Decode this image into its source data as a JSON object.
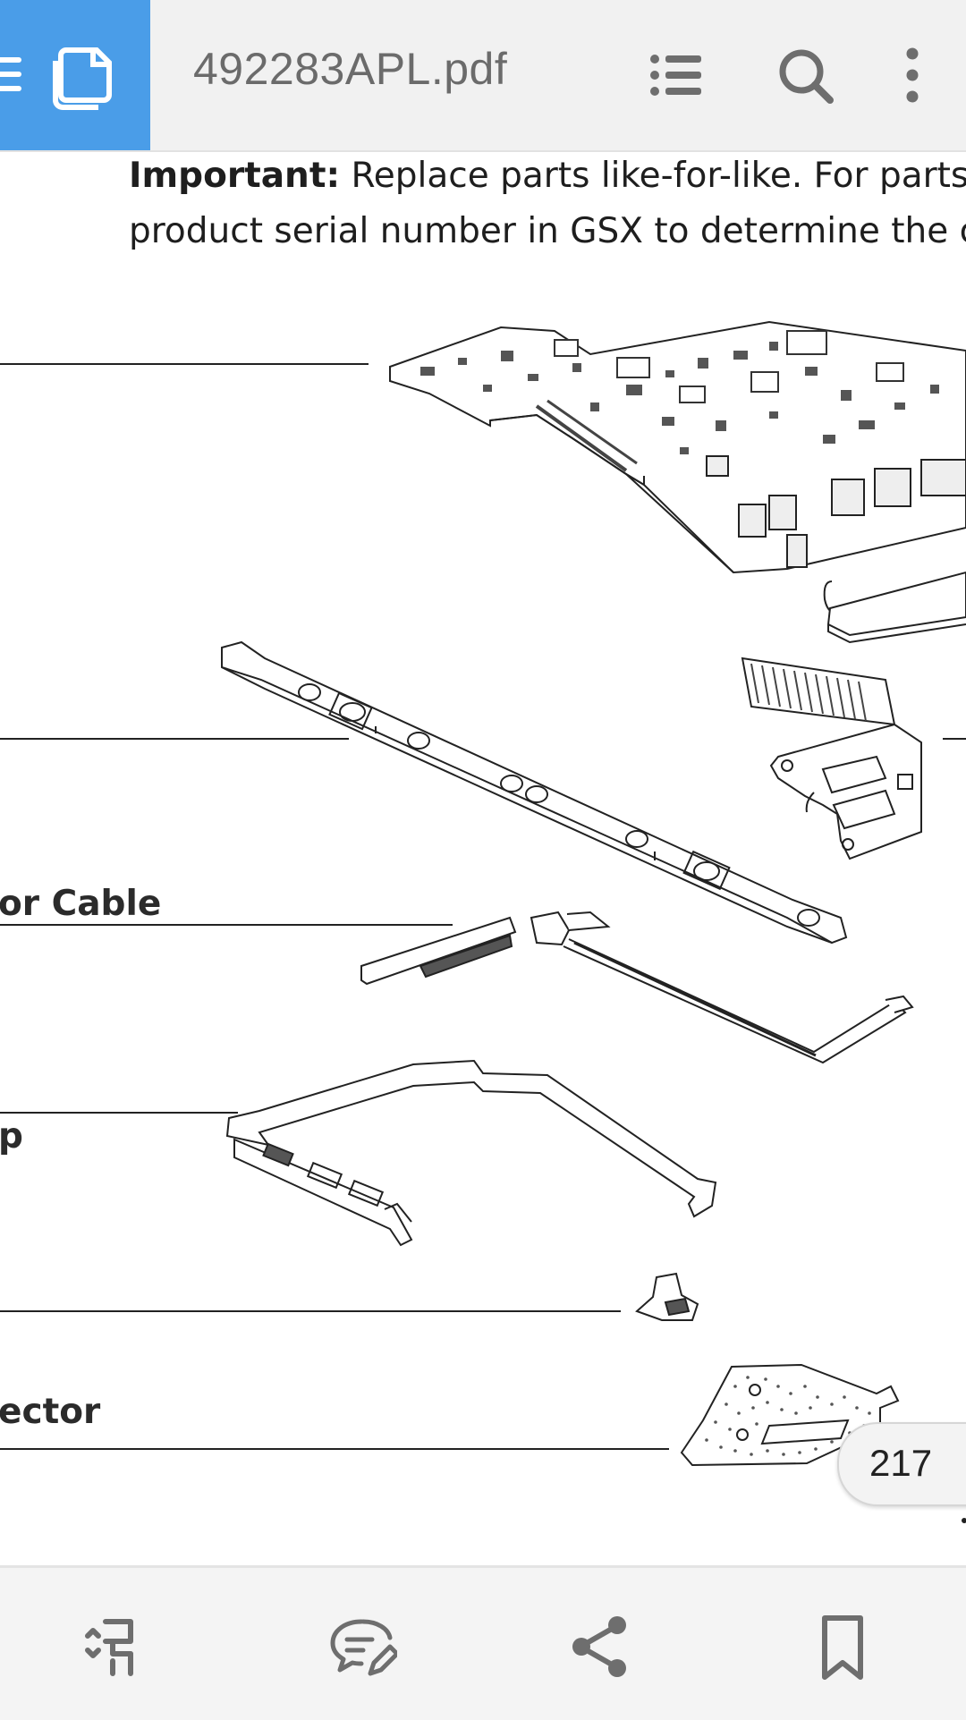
{
  "toolbar": {
    "file_name": "492283APL.pdf",
    "icons": [
      "menu-icon",
      "document-icon",
      "outline-list-icon",
      "search-icon",
      "more-vert-icon"
    ]
  },
  "document": {
    "important_label": "Important:",
    "important_line1": " Replace parts like-for-like. For parts with",
    "important_line2": "product serial number in GSX to determine the com",
    "labels": {
      "cable": "or Cable",
      "p": "p",
      "connector": "ector"
    }
  },
  "page_indicator": "217",
  "bottom_bar": {
    "icons": [
      "reflow-icon",
      "comment-edit-icon",
      "share-icon",
      "bookmark-icon"
    ]
  },
  "colors": {
    "accent": "#4a9de8",
    "toolbar_bg": "#f1f1f1",
    "icon_gray": "#6e6e6e"
  }
}
